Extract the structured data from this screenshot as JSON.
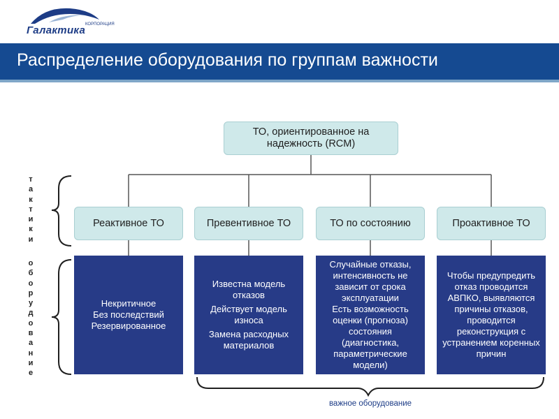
{
  "header": {
    "logo_name": "Галактика",
    "logo_sub": "КОРПОРАЦИЯ",
    "title": "Распределение оборудования по группам важности"
  },
  "diagram": {
    "root": "ТО, ориентированное на надежность (RCM)",
    "tactics": [
      "Реактивное ТО",
      "Превентивное ТО",
      "ТО по состоянию",
      "Проактивное ТО"
    ],
    "descriptions": [
      [
        "Некритичное",
        "Без последствий",
        "Резервированное"
      ],
      [
        "Известна модель отказов",
        "Действует модель износа",
        "Замена расходных материалов"
      ],
      [
        "Случайные отказы, интенсивность не зависит от срока эксплуатации",
        "Есть возможность оценки (прогноза) состояния (диагностика, параметрические модели)"
      ],
      [
        "Чтобы предупредить отказ проводится АВПКО, выявляются причины отказов, проводится реконструкция с устранением коренных причин"
      ]
    ],
    "side_labels": {
      "tactics_letters": [
        "т",
        "а",
        "к",
        "т",
        "и",
        "к",
        "и"
      ],
      "equipment_letters": [
        "о",
        "б",
        "о",
        "р",
        "у",
        "д",
        "о",
        "в",
        "а",
        "н",
        "и",
        "е"
      ]
    },
    "bottom_label": "важное оборудование"
  },
  "colors": {
    "title_bar": "#154a91",
    "light_box": "#cfe9ea",
    "dark_box": "#273b87",
    "connector": "#555555"
  }
}
